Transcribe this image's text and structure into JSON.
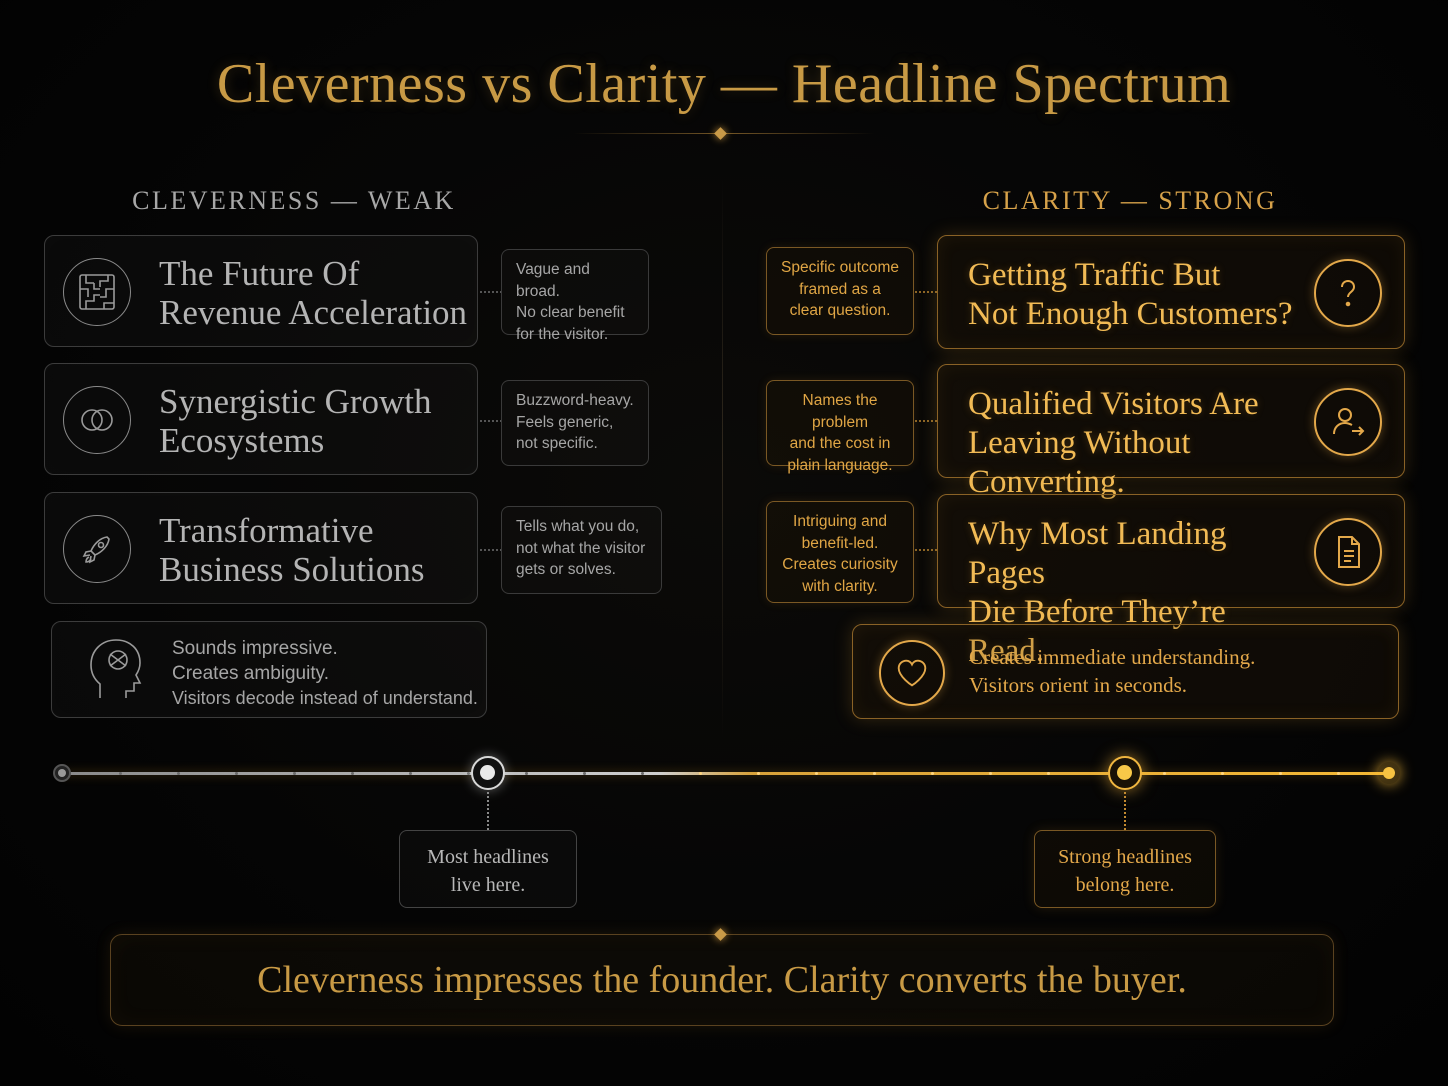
{
  "title": "Cleverness vs Clarity — Headline Spectrum",
  "colors": {
    "accent": "#d7a24a",
    "weak": "#b4b4b4",
    "background": "#050505"
  },
  "weak": {
    "heading": "CLEVERNESS — WEAK",
    "items": [
      {
        "icon": "maze-icon",
        "headline": [
          "The Future Of",
          "Revenue Acceleration"
        ],
        "note": [
          "Vague and broad.",
          "No clear benefit",
          "for the visitor."
        ]
      },
      {
        "icon": "interlocking-rings-icon",
        "headline": [
          "Synergistic Growth",
          "Ecosystems"
        ],
        "note": [
          "Buzzword-heavy.",
          "Feels generic,",
          "not specific."
        ]
      },
      {
        "icon": "rocket-icon",
        "headline": [
          "Transformative",
          "Business Solutions"
        ],
        "note": [
          "Tells what you do,",
          "not what the visitor",
          "gets or solves."
        ]
      }
    ],
    "summary_icon": "confused-head-icon",
    "summary": [
      "Sounds impressive.",
      "Creates ambiguity.",
      "Visitors decode instead of understand."
    ]
  },
  "strong": {
    "heading": "CLARITY — STRONG",
    "items": [
      {
        "icon": "question-icon",
        "headline": [
          "Getting Traffic But",
          "Not Enough Customers?"
        ],
        "note": [
          "Specific outcome",
          "framed as a",
          "clear question."
        ]
      },
      {
        "icon": "user-leaving-icon",
        "headline": [
          "Qualified Visitors Are",
          "Leaving Without Converting."
        ],
        "note": [
          "Names the problem",
          "and the cost in",
          "plain language."
        ]
      },
      {
        "icon": "document-icon",
        "headline": [
          "Why Most Landing Pages",
          "Die Before They’re Read."
        ],
        "note": [
          "Intriguing and",
          "benefit-led.",
          "Creates curiosity",
          "with clarity."
        ]
      }
    ],
    "summary_icon": "heart-icon",
    "summary": [
      "Creates immediate understanding.",
      "Visitors orient in seconds."
    ]
  },
  "spectrum": {
    "weak_marker": [
      "Most headlines",
      "live here."
    ],
    "strong_marker": [
      "Strong headlines",
      "belong here."
    ]
  },
  "footer": "Cleverness impresses the founder. Clarity converts the buyer."
}
